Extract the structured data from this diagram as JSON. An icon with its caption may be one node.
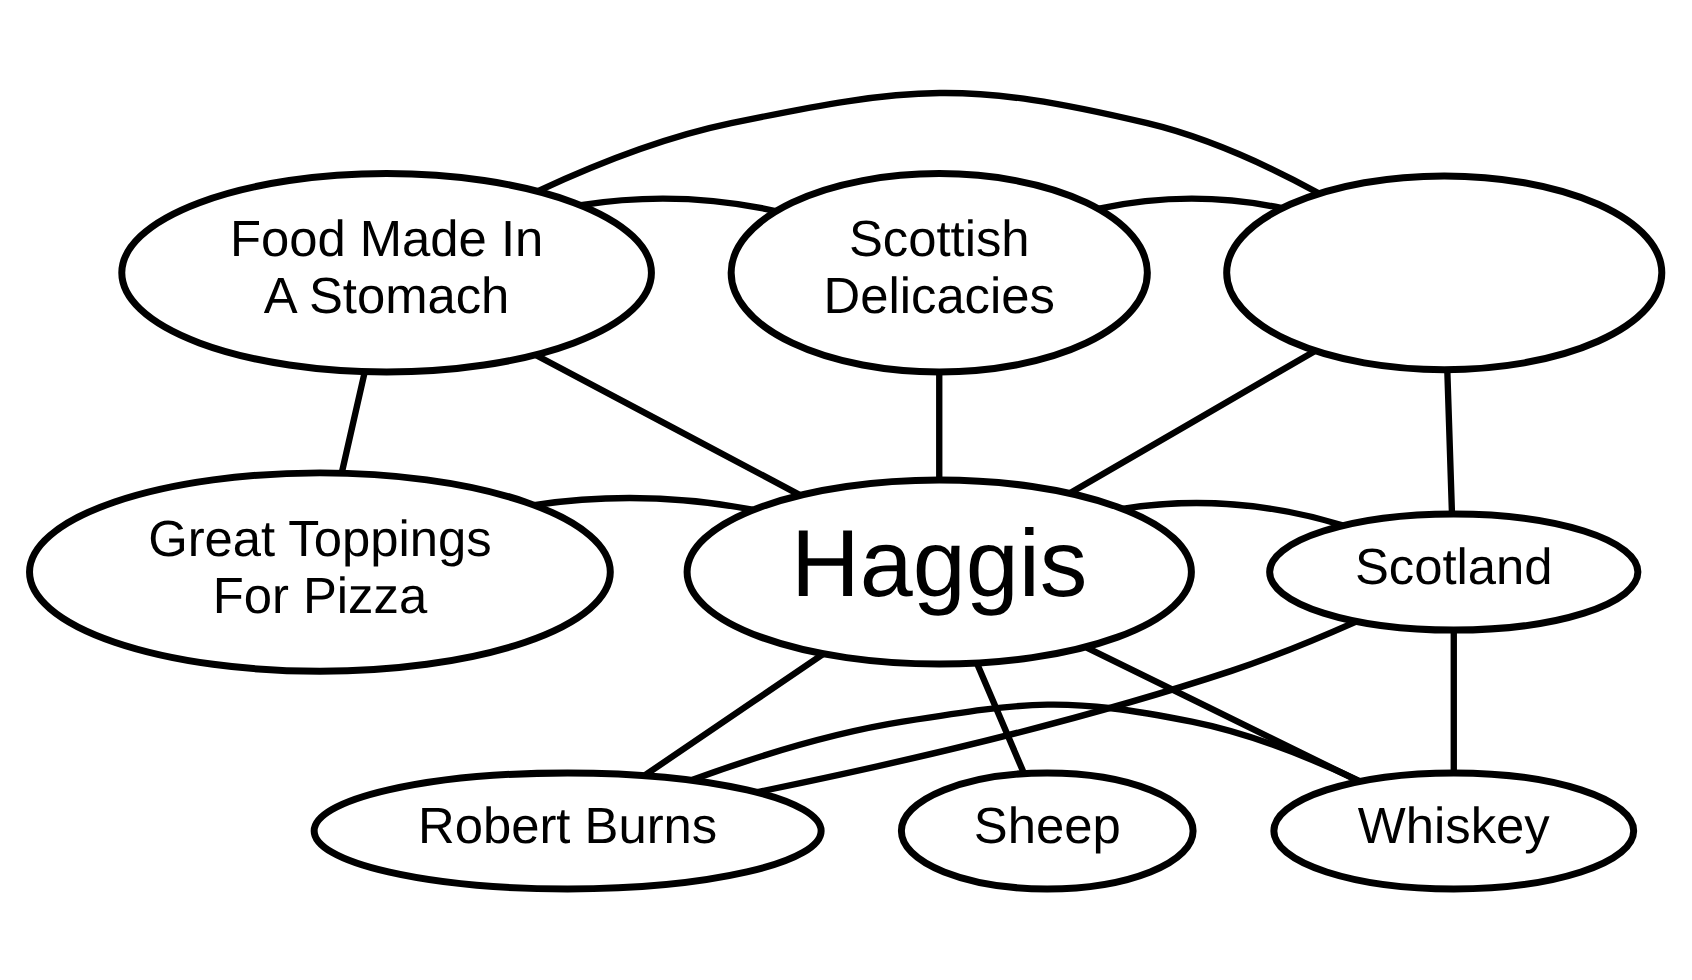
{
  "diagram": {
    "nodes": [
      {
        "text": [
          "Scottish Delicacies"
        ]
      },
      {
        "text": [
          "Food Made In A Stomach"
        ]
      },
      {
        "text": [],
        "shape": "ellipse"
      },
      {
        "text": [
          "Great Toppings For Pizza"
        ]
      },
      {
        "text": [
          "Haggis"
        ]
      },
      {
        "text": [
          "Scotland"
        ]
      },
      {
        "text": [
          "Robert Burns"
        ]
      },
      {
        "text": [
          "Whiskey"
        ]
      },
      {
        "text": [
          "Sheep"
        ]
      }
    ],
    "edges": [
      {
        "from": 1,
        "to": 0,
        "arrow": "none"
      },
      {
        "from": 0,
        "to": 2,
        "arrow": "none"
      },
      {
        "from": 1,
        "to": 2,
        "arrow": "none"
      },
      {
        "from": 1,
        "to": 4,
        "arrow": "none"
      },
      {
        "from": 0,
        "to": 4,
        "arrow": "none"
      },
      {
        "from": 2,
        "to": 4,
        "arrow": "none"
      },
      {
        "from": 1,
        "to": 3,
        "arrow": "none"
      },
      {
        "from": 3,
        "to": 4,
        "arrow": "none"
      },
      {
        "from": 2,
        "to": 5,
        "arrow": "none"
      },
      {
        "from": 4,
        "to": 5,
        "arrow": "none"
      },
      {
        "from": 4,
        "to": 6,
        "arrow": "none"
      },
      {
        "from": 4,
        "to": 8,
        "arrow": "none"
      },
      {
        "from": 4,
        "to": 7,
        "arrow": "none"
      },
      {
        "from": 5,
        "to": 6,
        "arrow": "none"
      },
      {
        "from": 6,
        "to": 7,
        "arrow": "none"
      },
      {
        "from": 5,
        "to": 7,
        "arrow": "none"
      }
    ]
  }
}
